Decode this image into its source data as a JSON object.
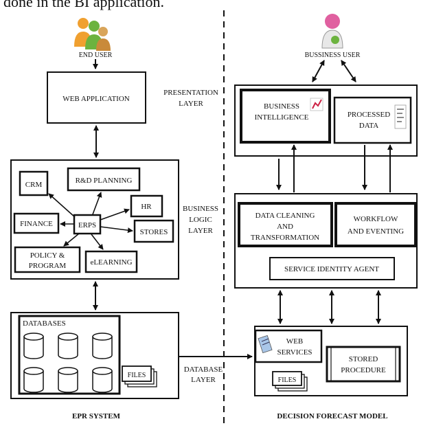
{
  "caption": "done in the BI application.",
  "left": {
    "actor": "END USER",
    "web_app": "WEB APPLICATION",
    "modules": {
      "crm": "CRM",
      "rd": "R&D PLANNING",
      "hr": "HR",
      "finance": "FINANCE",
      "erps": "ERPS",
      "stores": "STORES",
      "policy_l1": "POLICY &",
      "policy_l2": "PROGRAM",
      "elearning": "eLEARNING"
    },
    "databases": "DATABASES",
    "files": "FILES",
    "footer": "EPR SYSTEM"
  },
  "middle": {
    "presentation_l1": "PRESENTATION",
    "presentation_l2": "LAYER",
    "business_l1": "BUSINESS",
    "business_l2": "LOGIC",
    "business_l3": "LAYER",
    "database_l1": "DATABASE",
    "database_l2": "LAYER"
  },
  "right": {
    "actor": "BUSSINESS USER",
    "bi_l1": "BUSINESS",
    "bi_l2": "INTELLIGENCE",
    "pd_l1": "PROCESSED",
    "pd_l2": "DATA",
    "dc_l1": "DATA CLEANING",
    "dc_l2": "AND",
    "dc_l3": "TRANSFORMATION",
    "wf_l1": "WORKFLOW",
    "wf_l2": "AND EVENTING",
    "agent": "SERVICE IDENTITY AGENT",
    "ws_l1": "WEB",
    "ws_l2": "SERVICES",
    "sp_l1": "STORED",
    "sp_l2": "PROCEDURE",
    "files": "FILES",
    "footer": "DECISION FORECAST MODEL"
  },
  "colors": {
    "ink": "#111111",
    "avatar_green": "#6cb33f",
    "avatar_orange": "#f0a030",
    "avatar_pink": "#e060a0"
  }
}
